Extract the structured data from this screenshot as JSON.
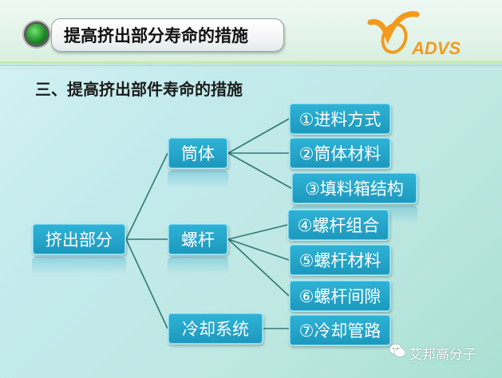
{
  "header": {
    "title": "提高挤出部分寿命的措施",
    "logo_text": "ADVS"
  },
  "section_heading": "三、提高挤出部件寿命的措施",
  "tree": {
    "root": "挤出部分",
    "branches": [
      {
        "label": "筒体",
        "children": [
          "①进料方式",
          "②筒体材料",
          "③填料箱结构"
        ]
      },
      {
        "label": "螺杆",
        "children": [
          "④螺杆组合",
          "⑤螺杆材料",
          "⑥螺杆间隙"
        ]
      },
      {
        "label": "冷却系统",
        "children": [
          "⑦冷却管路"
        ]
      }
    ]
  },
  "watermark": "艾邦高分子",
  "colors": {
    "node_fill": "#1c98bd",
    "connector": "#2e7a74",
    "title_bullet": "#1f8f2a",
    "logo_orange": "#f39a1e"
  }
}
